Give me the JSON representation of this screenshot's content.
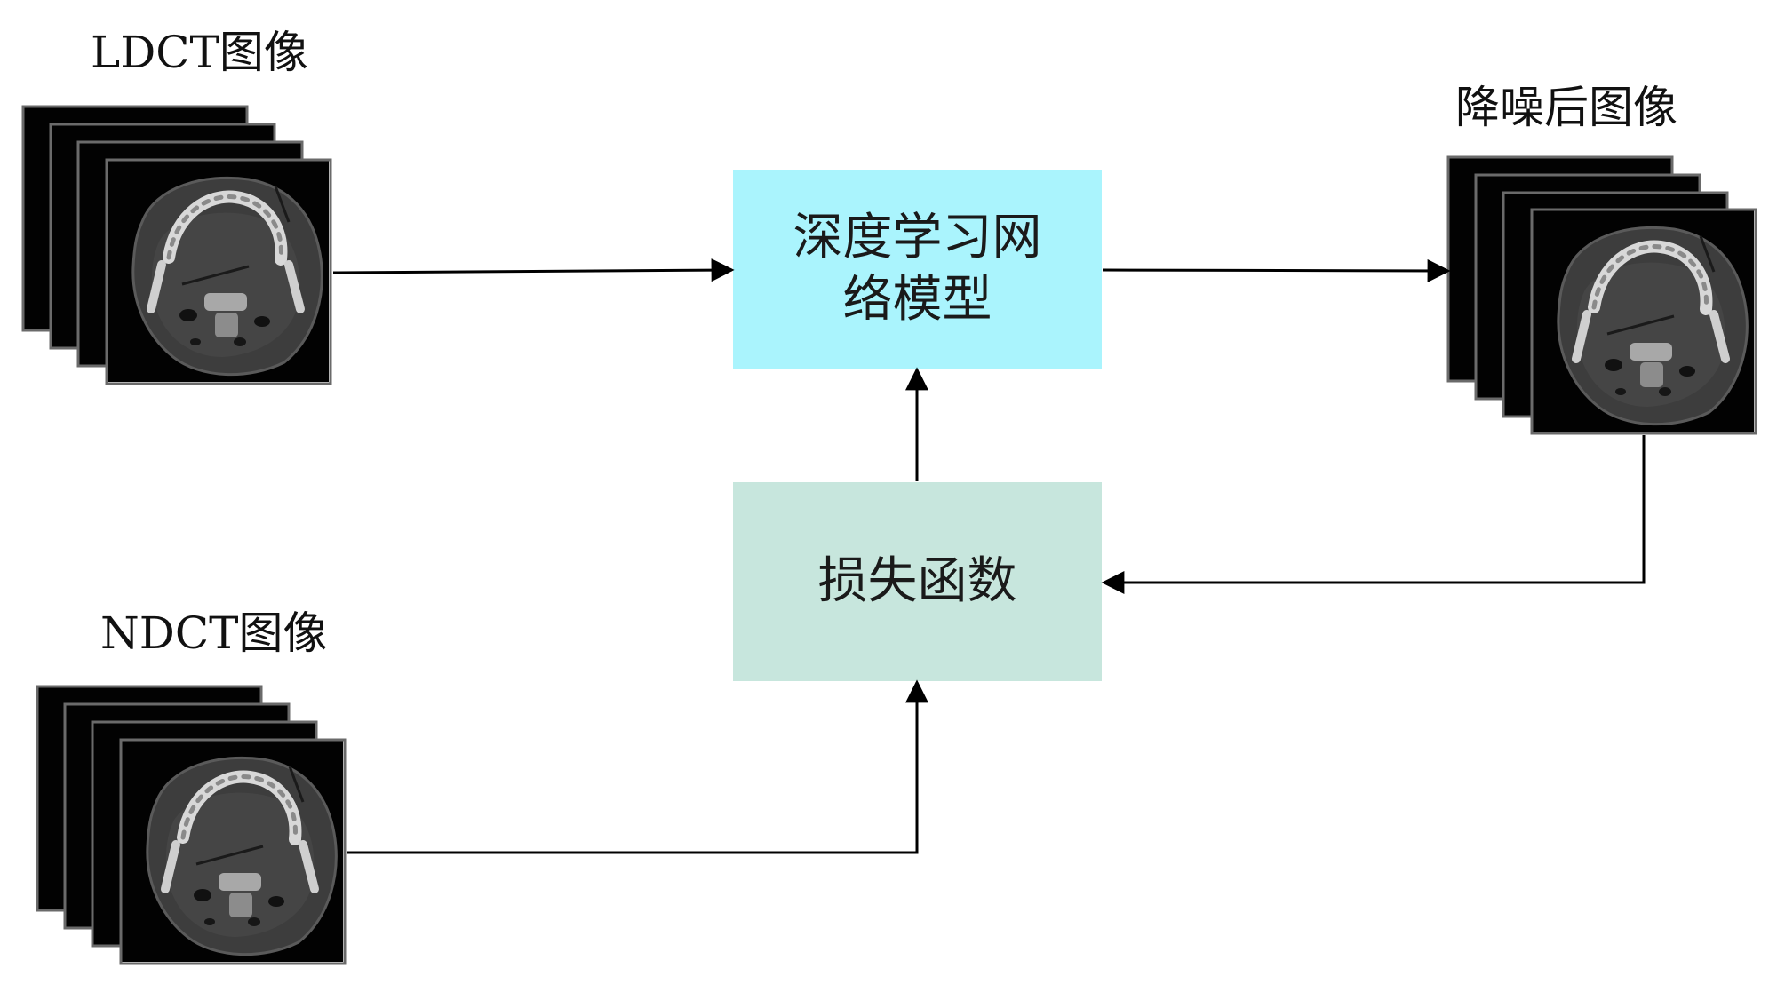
{
  "labels": {
    "ldct": "LDCT图像",
    "ndct": "NDCT图像",
    "denoised": "降噪后图像"
  },
  "boxes": {
    "model": {
      "text": "深度学习网络模型",
      "fill": "#aaf4fd"
    },
    "loss": {
      "text": "损失函数",
      "fill": "#c7e6dd"
    }
  },
  "image_stacks": {
    "ldct": {
      "count": 4,
      "content": "ct-scan-slice"
    },
    "ndct": {
      "count": 4,
      "content": "ct-scan-slice"
    },
    "denoised": {
      "count": 4,
      "content": "ct-scan-slice"
    }
  },
  "colors": {
    "line": "#000000",
    "frame_border": "#6a6a6a",
    "frame_bg": "#020202"
  }
}
